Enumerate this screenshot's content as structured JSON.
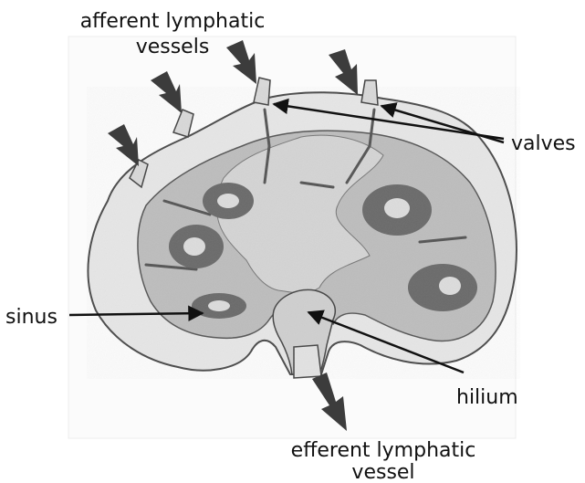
{
  "labels": {
    "afferent_line1": "afferent lymphatic",
    "afferent_line2": "vessels",
    "valves": "valves",
    "sinus": "sinus",
    "hilium": "hilium",
    "efferent_line1": "efferent lymphatic",
    "efferent_line2": "vessel"
  },
  "colors": {
    "capsule": "#e6e6e6",
    "capsule_edge": "#4a4a4a",
    "medulla": "#c9c9c9",
    "cortex_tissue": "#b3b3b3",
    "follicle": "#6a6a6a",
    "follicle_center": "#dcdcdc",
    "arrow": "#3c3c3c",
    "pointer": "#111111"
  }
}
